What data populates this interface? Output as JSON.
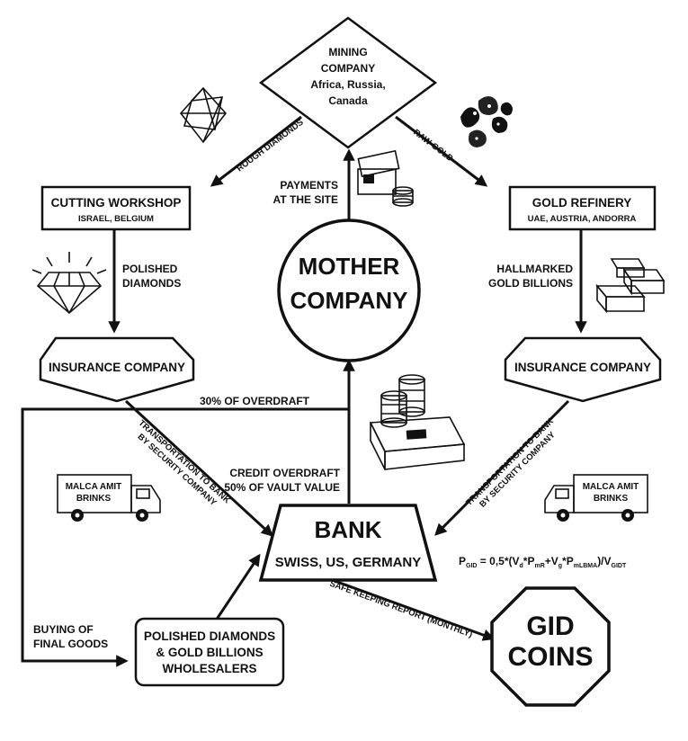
{
  "nodes": {
    "mining": {
      "line1": "MINING",
      "line2": "COMPANY",
      "line3": "Africa, Russia,",
      "line4": "Canada"
    },
    "cutting": {
      "title": "CUTTING WORKSHOP",
      "subtitle": "ISRAEL, BELGIUM"
    },
    "refinery": {
      "title": "GOLD REFINERY",
      "subtitle": "UAE, AUSTRIA, ANDORRA"
    },
    "mother": {
      "line1": "MOTHER",
      "line2": "COMPANY"
    },
    "insurance_left": {
      "title": "INSURANCE COMPANY"
    },
    "insurance_right": {
      "title": "INSURANCE COMPANY"
    },
    "bank": {
      "title": "BANK",
      "subtitle": "SWISS, US, GERMANY"
    },
    "wholesalers": {
      "line1": "POLISHED DIAMONDS",
      "line2": "& GOLD BILLIONS",
      "line3": "WHOLESALERS"
    },
    "gid": {
      "line1": "GID",
      "line2": "COINS"
    }
  },
  "edges": {
    "rough_diamonds": "ROUGH DIAMONDS",
    "raw_gold": "RAW GOLD",
    "payments_line1": "PAYMENTS",
    "payments_line2": "AT THE SITE",
    "polished_line1": "POLISHED",
    "polished_line2": "DIAMONDS",
    "hallmarked_line1": "HALLMARKED",
    "hallmarked_line2": "GOLD BILLIONS",
    "overdraft_30": "30% OF OVERDRAFT",
    "credit_line1": "CREDIT OVERDRAFT",
    "credit_line2": "50% OF VAULT VALUE",
    "transport_left_line1": "TRANSPORTATION TO BANK",
    "transport_left_line2": "BY SECURITY COMPANY",
    "transport_right_line1": "TRANSPORTATION TO BANK",
    "transport_right_line2": "BY SECURITY COMPANY",
    "safe_keeping": "SAFE KEEPING REPORT (MONTHLY)",
    "buying_line1": "BUYING OF",
    "buying_line2": "FINAL GOODS"
  },
  "trucks": {
    "left_line1": "MALCA AMIT",
    "left_line2": "BRINKS",
    "right_line1": "MALCA AMIT",
    "right_line2": "BRINKS"
  },
  "formula": {
    "p": "P",
    "p_sub": "GID",
    "part1": " = 0,5*(V",
    "vd_sub": "d",
    "part2": "*P",
    "pmr_sub": "mR",
    "part3": "+V",
    "vg_sub": "g",
    "part4": "*P",
    "plbma_sub": "mLBMA",
    "part5": ")/V",
    "vgidt_sub": "GIDT"
  },
  "icons": [
    "octahedron-diamond-icon",
    "gold-nuggets-icon",
    "money-payment-icon",
    "cut-diamond-icon",
    "gold-bars-icon",
    "money-stack-icon",
    "truck-icon"
  ]
}
